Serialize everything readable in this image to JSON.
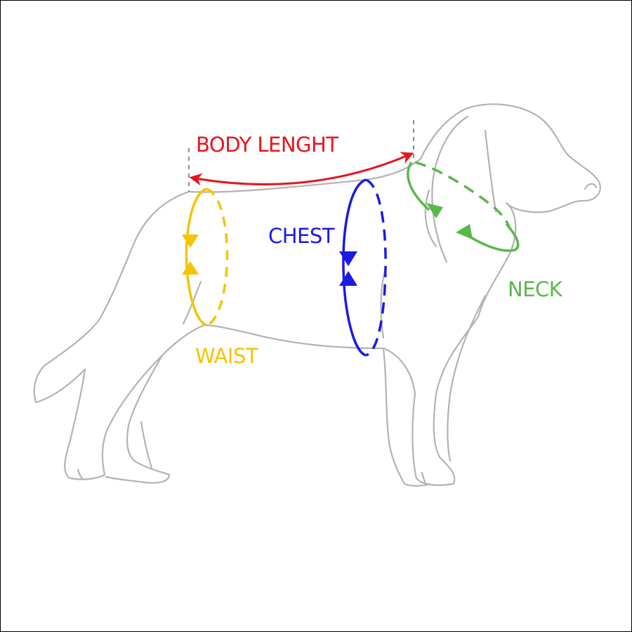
{
  "labels": {
    "body_length": "BODY LENGHT",
    "chest": "CHEST",
    "waist": "WAIST",
    "neck": "NECK"
  },
  "colors": {
    "body_length": "#e8141b",
    "chest": "#1a1ae6",
    "waist": "#f5c400",
    "neck": "#59b84a",
    "outline": "#b3b3b3",
    "border": "#000000"
  }
}
